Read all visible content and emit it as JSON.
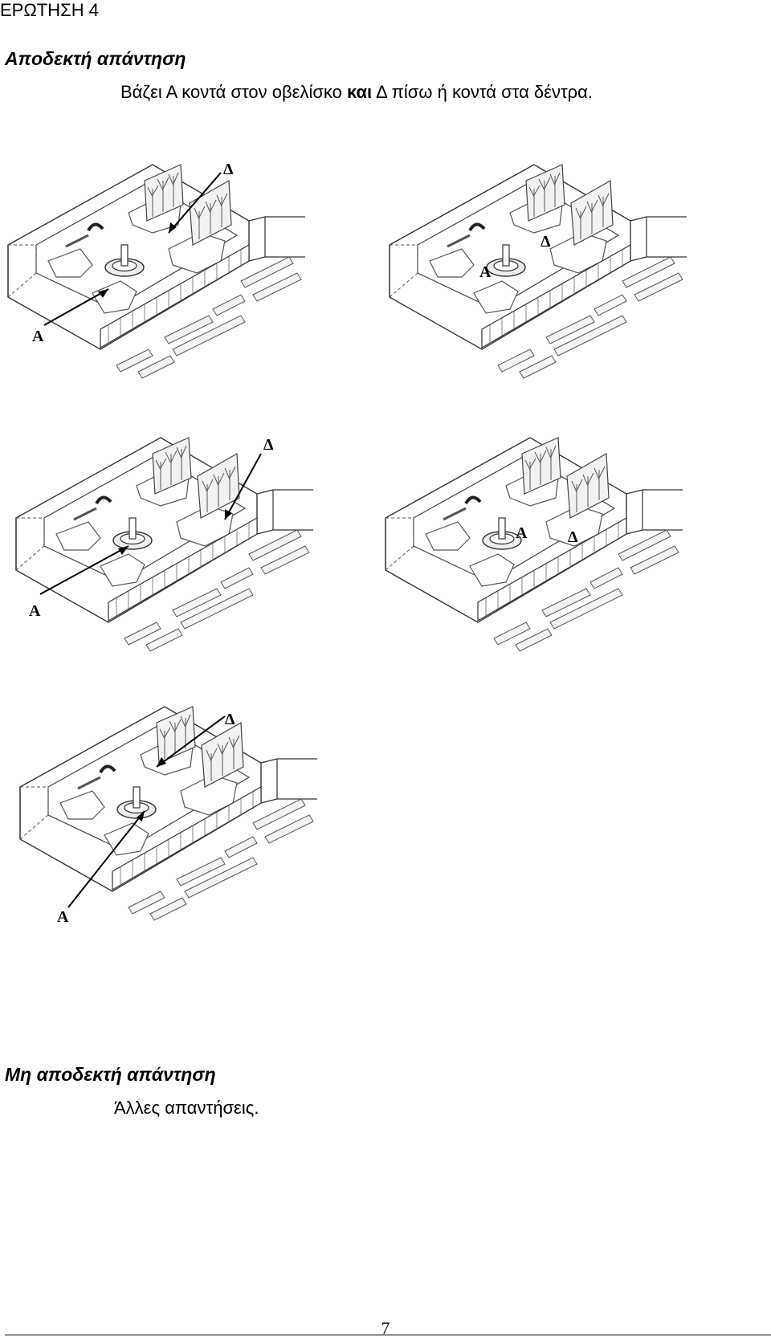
{
  "question_title": "ΕΡΩΤΗΣΗ 4",
  "acceptable": {
    "heading": "Αποδεκτή απάντηση",
    "text_pre": "Βάζει Α κοντά στον οβελίσκο ",
    "text_bold": "και",
    "text_post": " Δ πίσω ή κοντά στα δέντρα."
  },
  "figure_labels": {
    "a": "A",
    "d": "Δ"
  },
  "unacceptable": {
    "heading": "Μη αποδεκτή απάντηση",
    "text": "Άλλες απαντήσεις."
  },
  "page_number": "7"
}
